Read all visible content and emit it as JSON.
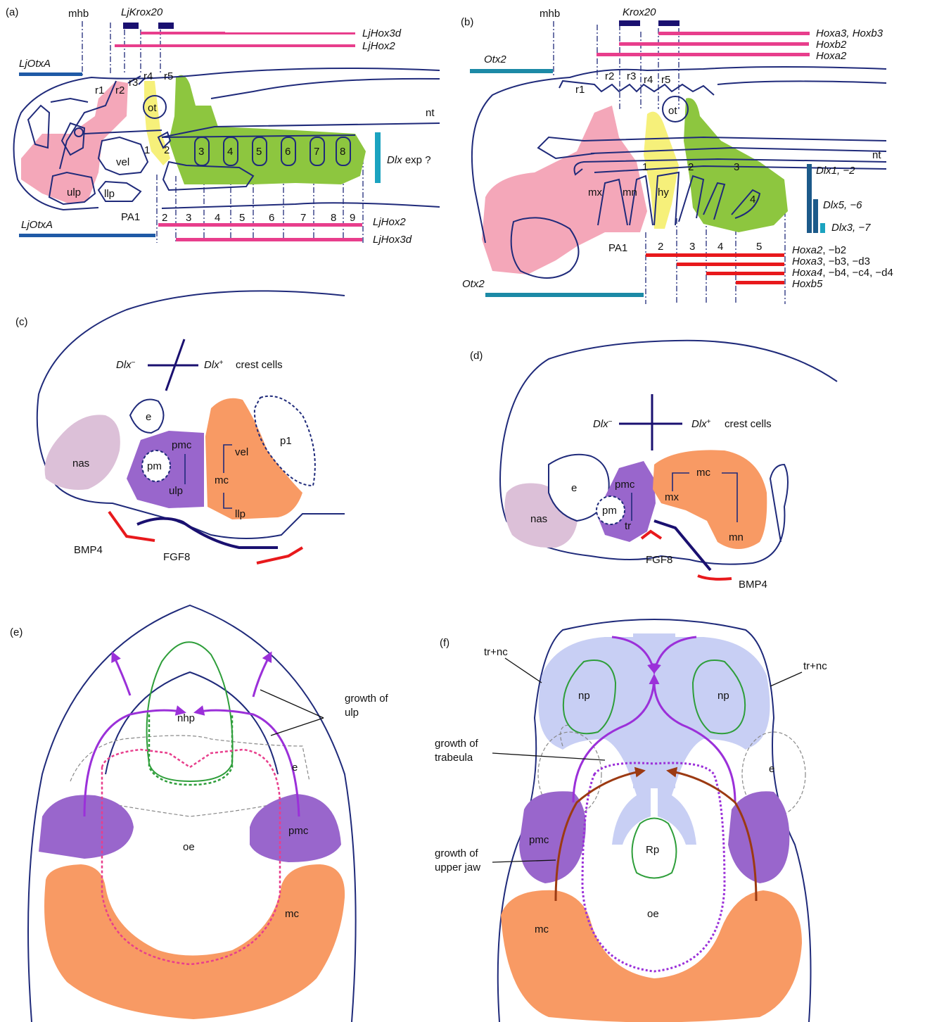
{
  "colors": {
    "outline": "#1f2a7a",
    "pink": "#f4a7b9",
    "yellow": "#f6f07a",
    "green": "#8dc63f",
    "purple": "#9966cc",
    "orange": "#f89a64",
    "lightpink": "#dcc0d8",
    "otx": "#1f5aa6",
    "otxB": "#1c8aa6",
    "hoxPink": "#e83e8c",
    "hoxRed": "#e8191c",
    "krox": "#1a1070",
    "lavender": "#c8cff4",
    "violet": "#9b30d9",
    "brown": "#9c3a12",
    "dlxBar": "#1c5a8a",
    "dlxCyan": "#1ba3c0"
  },
  "panel_a": {
    "letter": "(a)",
    "mhb": "mhb",
    "krox20": "LjKrox20",
    "hox3d_top": "LjHox3d",
    "hox2_top": "LjHox2",
    "otx_top": "LjOtxA",
    "otx_bottom": "LjOtxA",
    "hox2_bottom": "LjHox2",
    "hox3d_bottom": "LjHox3d",
    "r1": "r1",
    "r2": "r2",
    "r3": "r3",
    "r4": "r4",
    "r5": "r5",
    "ot": "ot",
    "nt": "nt",
    "vel": "vel",
    "ulp": "ulp",
    "llp": "llp",
    "pa1": "PA1",
    "pouch_1": "1",
    "pouch_2": "2",
    "pouches": [
      "3",
      "4",
      "5",
      "6",
      "7",
      "8"
    ],
    "arches": [
      "2",
      "3",
      "4",
      "5",
      "6",
      "7",
      "8",
      "9"
    ],
    "dlx_exp_italic": "Dlx",
    "dlx_exp_rest": " exp ?"
  },
  "panel_b": {
    "letter": "(b)",
    "mhb": "mhb",
    "krox20": "Krox20",
    "hoxa3b3": "Hoxa3, Hoxb3",
    "hoxb2": "Hoxb2",
    "hoxa2_top": "Hoxa2",
    "otx_top": "Otx2",
    "otx_bottom": "Otx2",
    "r1": "r1",
    "r2": "r2",
    "r3": "r3",
    "r4": "r4",
    "r5": "r5",
    "ot": "ot",
    "nt": "nt",
    "mx": "mx",
    "mn": "mn",
    "hy": "hy",
    "pa1": "PA1",
    "pouches": [
      "1",
      "2",
      "3",
      "4"
    ],
    "arches": [
      "2",
      "3",
      "4",
      "5"
    ],
    "dlx12": "Dlx1, −2",
    "dlx56": "Dlx5, −6",
    "dlx37": "Dlx3, −7",
    "hox_rows": [
      {
        "italic": "Hoxa2",
        "rest": ", −b2"
      },
      {
        "italic": "Hoxa3",
        "rest": ", −b3, −d3"
      },
      {
        "italic": "Hoxa4",
        "rest": ", −b4, −c4, −d4"
      },
      {
        "italic": "Hoxb5",
        "rest": ""
      }
    ]
  },
  "panel_c": {
    "letter": "(c)",
    "dlx_minus": "Dlx",
    "dlx_plus": "Dlx",
    "crest": "crest cells",
    "e": "e",
    "nas": "nas",
    "pmc": "pmc",
    "pm": "pm",
    "ulp": "ulp",
    "mc": "mc",
    "vel": "vel",
    "llp": "llp",
    "p1": "p1",
    "bmp4": "BMP4",
    "fgf8": "FGF8"
  },
  "panel_d": {
    "letter": "(d)",
    "dlx_minus": "Dlx",
    "dlx_plus": "Dlx",
    "crest": "crest cells",
    "e": "e",
    "nas": "nas",
    "pmc": "pmc",
    "pm": "pm",
    "tr": "tr",
    "mc": "mc",
    "mx": "mx",
    "mn": "mn",
    "fgf8": "FGF8",
    "bmp4": "BMP4"
  },
  "panel_e": {
    "letter": "(e)",
    "nhp": "nhp",
    "growth_ulp_1": "growth of",
    "growth_ulp_2": "ulp",
    "e": "e",
    "pmc": "pmc",
    "oe": "oe",
    "mc": "mc"
  },
  "panel_f": {
    "letter": "(f)",
    "trnc_left": "tr+nc",
    "trnc_right": "tr+nc",
    "np_left": "np",
    "np_right": "np",
    "growth_trab_1": "growth of",
    "growth_trab_2": "trabeula",
    "growth_jaw_1": "growth of",
    "growth_jaw_2": "upper jaw",
    "e": "e",
    "pmc": "pmc",
    "rp": "Rp",
    "oe": "oe",
    "mc": "mc"
  }
}
